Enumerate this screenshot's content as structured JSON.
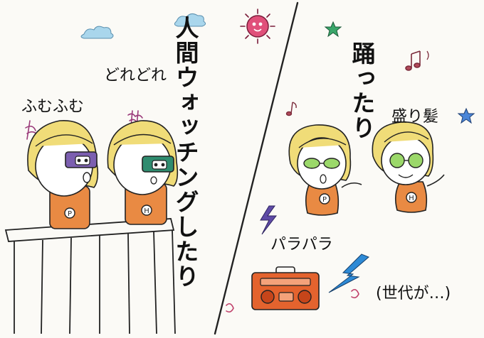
{
  "left_panel": {
    "vertical_title": "人間ウォッチングしたり",
    "caption_left": "ふむふむ",
    "caption_right": "どれどれ",
    "shirt_letter_left": "P",
    "shirt_letter_right": "H"
  },
  "right_panel": {
    "vertical_title": "踊ったり",
    "caption_hair": "盛り髪",
    "caption_dance": "パラパラ",
    "caption_generation": "(世代が…)",
    "shirt_letter_left": "P",
    "shirt_letter_right": "H"
  },
  "colors": {
    "hair": "#f0dc78",
    "shirt": "#e98a43",
    "visor_left": "#7c5fb0",
    "visor_right": "#2f8c6f",
    "lens": "#9bd86a",
    "sun": "#e0507a",
    "cloud": "#a9d6ec",
    "bolt_purple": "#5e4aa6",
    "bolt_blue": "#2d8ad6",
    "star_green": "#3aa66a",
    "star_blue": "#4a86d8",
    "radio": "#e4632e",
    "note": "#b04a5a"
  }
}
